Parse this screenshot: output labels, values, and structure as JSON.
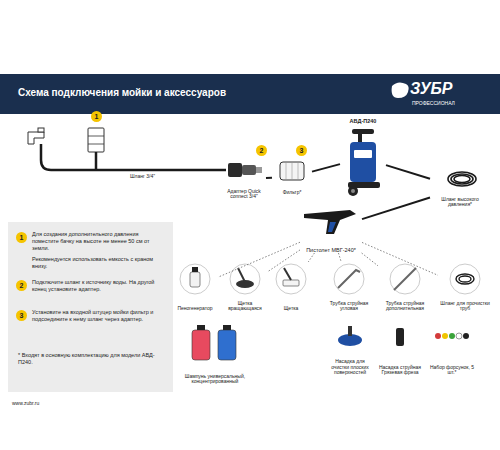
{
  "diagram": {
    "title": "Схема подключения мойки и аксессуаров",
    "nodes": [
      {
        "text": [
          "Адаптер Quick connect 3/4\""
        ]
      },
      {
        "text": [
          "Фильтр*"
        ]
      },
      {
        "text": [
          "АВД-П240"
        ]
      },
      {
        "text": [
          "Шланг высокого давления*"
        ]
      },
      {
        "text": [
          "Пистолет МВГ-240*"
        ]
      },
      {
        "text": [
          "1",
          "Для создания дополнительного давления поместите бачку на высоте не менее 50 см от земли.",
          "Рекомендуется использовать емкость с краном внизу.",
          "2",
          "Подключите шланг к источнику воды. На другой конец установите адаптер.",
          "3",
          "Установите на входной штуцер мойки фильтр и подсоедините к нему шланг через адаптер.",
          "* Входят в основную комплектацию для модели АВД-П240."
        ]
      },
      {
        "text": [
          "Пеногенератор"
        ]
      },
      {
        "text": [
          "Щетка вращающаяся"
        ]
      },
      {
        "text": [
          "Щетка"
        ]
      },
      {
        "text": [
          "Трубка струйная угловая"
        ]
      },
      {
        "text": [
          "Трубка струйная дополнительная"
        ]
      },
      {
        "text": [
          "Шланг для прочистки труб"
        ]
      },
      {
        "text": [
          "Шампунь универсальный, концентрированный"
        ]
      },
      {
        "text": [
          "Насадка для очистки плоских поверхностей"
        ]
      },
      {
        "text": [
          "Насадка струйная Грязевая фреза"
        ]
      },
      {
        "text": [
          "Набор форсунок, 5 шт.*"
        ]
      }
    ],
    "edges": [
      {
        "from": 0,
        "to": 1,
        "arrow": "none"
      },
      {
        "from": 1,
        "to": 2,
        "arrow": "none"
      },
      {
        "from": 2,
        "to": 3,
        "arrow": "none"
      },
      {
        "from": 3,
        "to": 4,
        "arrow": "none"
      },
      {
        "from": 4,
        "to": 6,
        "arrow": "none"
      },
      {
        "from": 4,
        "to": 7,
        "arrow": "none"
      },
      {
        "from": 4,
        "to": 8,
        "arrow": "none"
      },
      {
        "from": 4,
        "to": 9,
        "arrow": "none"
      },
      {
        "from": 4,
        "to": 10,
        "arrow": "none"
      },
      {
        "from": 4,
        "to": 11,
        "arrow": "none"
      }
    ],
    "labels": [
      "ЗУБР",
      "ПРОФЕССИОНАЛ",
      "1",
      "Шланг 3/4\"",
      "2",
      "3",
      "www.zubr.ru"
    ]
  }
}
